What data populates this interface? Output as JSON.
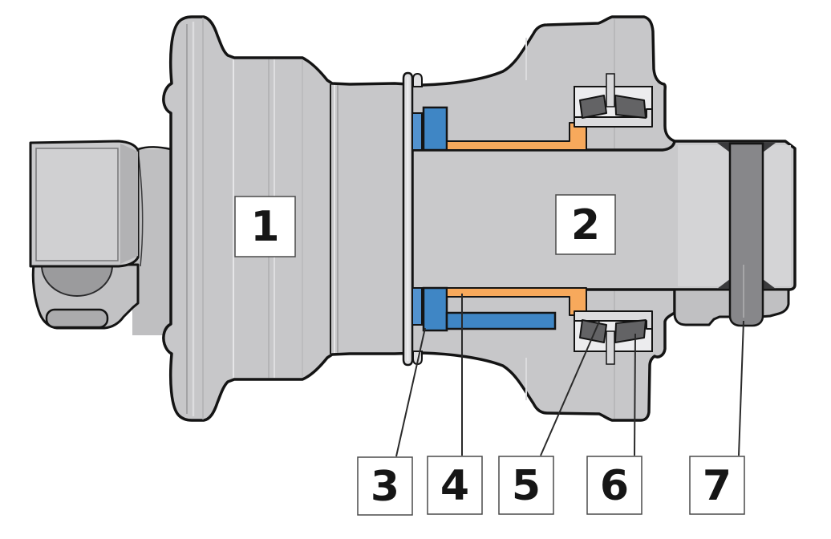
{
  "figure": {
    "type": "technical-cross-section-diagram",
    "subject": "track roller assembly sectional view with numbered callouts",
    "callouts": [
      {
        "label": "1"
      },
      {
        "label": "2"
      },
      {
        "label": "3"
      },
      {
        "label": "4"
      },
      {
        "label": "5"
      },
      {
        "label": "6"
      },
      {
        "label": "7"
      }
    ],
    "palette": {
      "background": "#ffffff",
      "body_gray": "#c7c7c9",
      "light_gray": "#d4d4d6",
      "mid_gray": "#b2b2b4",
      "dark_gray": "#87878a",
      "bearing_roller_gray": "#636365",
      "seal_blue": "#3f86c5",
      "bushing_orange": "#f7a95c",
      "outline": "#141414"
    }
  }
}
